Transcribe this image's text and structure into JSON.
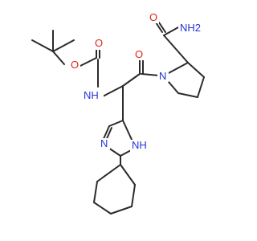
{
  "molecule": {
    "atoms": {
      "carbonyl_o_top": "O",
      "ester_o": "O",
      "carbamate_nh": "NH",
      "amide_nh2": "NH2",
      "carbonyl_o_amide": "O",
      "carbonyl_o_proline": "O",
      "pyrrolidine_n": "N",
      "imidazole_n": "N",
      "imidazole_nh": "NH"
    },
    "colors": {
      "carbon_bond": "#2b2b2b",
      "oxygen": "#e2231a",
      "nitrogen": "#2433d6"
    }
  }
}
